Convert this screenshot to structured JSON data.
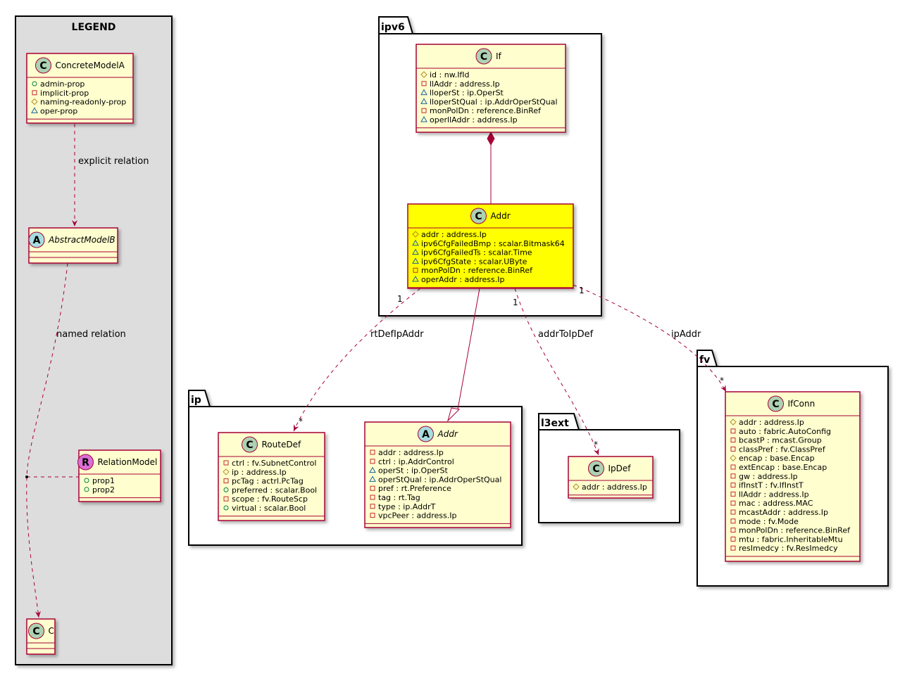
{
  "legend": {
    "title": "LEGEND",
    "concrete": {
      "name": "ConcreteModelA",
      "badge": "C",
      "attrs": [
        {
          "vis": "+",
          "text": "admin-prop"
        },
        {
          "vis": "-",
          "text": "implicit-prop"
        },
        {
          "vis": "#",
          "text": "naming-readonly-prop"
        },
        {
          "vis": "~",
          "text": "oper-prop"
        }
      ]
    },
    "abstract": {
      "name": "AbstractModelB",
      "badge": "A"
    },
    "relation_model": {
      "name": "RelationModel",
      "badge": "R",
      "attrs": [
        {
          "vis": "+",
          "text": "prop1"
        },
        {
          "vis": "+",
          "text": "prop2"
        }
      ]
    },
    "c": {
      "name": "C",
      "badge": "C"
    },
    "explicit_label": "explicit relation",
    "named_label": "named relation"
  },
  "packages": {
    "ipv6": "ipv6",
    "ip": "ip",
    "l3ext": "l3ext",
    "fv": "fv"
  },
  "classes": {
    "if": {
      "name": "If",
      "badge": "C",
      "attrs": [
        {
          "vis": "#",
          "text": "id : nw.IfId"
        },
        {
          "vis": "-",
          "text": "llAddr : address.Ip"
        },
        {
          "vis": "~",
          "text": "lloperSt : ip.OperSt"
        },
        {
          "vis": "~",
          "text": "lloperStQual : ip.AddrOperStQual"
        },
        {
          "vis": "-",
          "text": "monPolDn : reference.BinRef"
        },
        {
          "vis": "~",
          "text": "operllAddr : address.Ip"
        }
      ]
    },
    "addr": {
      "name": "Addr",
      "badge": "C",
      "attrs": [
        {
          "vis": "#",
          "text": "addr : address.Ip"
        },
        {
          "vis": "~",
          "text": "ipv6CfgFailedBmp : scalar.Bitmask64"
        },
        {
          "vis": "~",
          "text": "ipv6CfgFailedTs : scalar.Time"
        },
        {
          "vis": "~",
          "text": "ipv6CfgState : scalar.UByte"
        },
        {
          "vis": "-",
          "text": "monPolDn : reference.BinRef"
        },
        {
          "vis": "~",
          "text": "operAddr : address.Ip"
        }
      ]
    },
    "routedef": {
      "name": "RouteDef",
      "badge": "C",
      "attrs": [
        {
          "vis": "-",
          "text": "ctrl : fv.SubnetControl"
        },
        {
          "vis": "#",
          "text": "ip : address.Ip"
        },
        {
          "vis": "-",
          "text": "pcTag : actrl.PcTag"
        },
        {
          "vis": "+",
          "text": "preferred : scalar.Bool"
        },
        {
          "vis": "-",
          "text": "scope : fv.RouteScp"
        },
        {
          "vis": "+",
          "text": "virtual : scalar.Bool"
        }
      ]
    },
    "ipaddr": {
      "name": "Addr",
      "badge": "A",
      "attrs": [
        {
          "vis": "-",
          "text": "addr : address.Ip"
        },
        {
          "vis": "-",
          "text": "ctrl : ip.AddrControl"
        },
        {
          "vis": "~",
          "text": "operSt : ip.OperSt"
        },
        {
          "vis": "~",
          "text": "operStQual : ip.AddrOperStQual"
        },
        {
          "vis": "-",
          "text": "pref : rt.Preference"
        },
        {
          "vis": "-",
          "text": "tag : rt.Tag"
        },
        {
          "vis": "-",
          "text": "type : ip.AddrT"
        },
        {
          "vis": "-",
          "text": "vpcPeer : address.Ip"
        }
      ]
    },
    "ipdef": {
      "name": "IpDef",
      "badge": "C",
      "attrs": [
        {
          "vis": "#",
          "text": "addr : address.Ip"
        }
      ]
    },
    "ifconn": {
      "name": "IfConn",
      "badge": "C",
      "attrs": [
        {
          "vis": "#",
          "text": "addr : address.Ip"
        },
        {
          "vis": "-",
          "text": "auto : fabric.AutoConfig"
        },
        {
          "vis": "-",
          "text": "bcastP : mcast.Group"
        },
        {
          "vis": "-",
          "text": "classPref : fv.ClassPref"
        },
        {
          "vis": "#",
          "text": "encap : base.Encap"
        },
        {
          "vis": "-",
          "text": "extEncap : base.Encap"
        },
        {
          "vis": "-",
          "text": "gw : address.Ip"
        },
        {
          "vis": "-",
          "text": "ifInstT : fv.IfInstT"
        },
        {
          "vis": "-",
          "text": "llAddr : address.Ip"
        },
        {
          "vis": "-",
          "text": "mac : address.MAC"
        },
        {
          "vis": "-",
          "text": "mcastAddr : address.Ip"
        },
        {
          "vis": "-",
          "text": "mode : fv.Mode"
        },
        {
          "vis": "-",
          "text": "monPolDn : reference.BinRef"
        },
        {
          "vis": "-",
          "text": "mtu : fabric.InheritableMtu"
        },
        {
          "vis": "-",
          "text": "resImedcy : fv.ResImedcy"
        }
      ]
    }
  },
  "relations": {
    "rtDefIpAddr": {
      "label": "rtDefIpAddr",
      "from_mult": "1",
      "to_mult": "*"
    },
    "addrToIpDef": {
      "label": "addrToIpDef",
      "from_mult": "1",
      "to_mult": "*"
    },
    "ipAddr": {
      "label": "ipAddr",
      "from_mult": "1",
      "to_mult": "*"
    }
  },
  "colors": {
    "class_fill": "#FEFECE",
    "highlight_fill": "#FFFF00",
    "border": "#A80036",
    "legend_bg": "#DDDDDD",
    "badge_c": "#ADD1B2",
    "badge_a": "#A9DCDF",
    "badge_r": "#DA70D6"
  }
}
